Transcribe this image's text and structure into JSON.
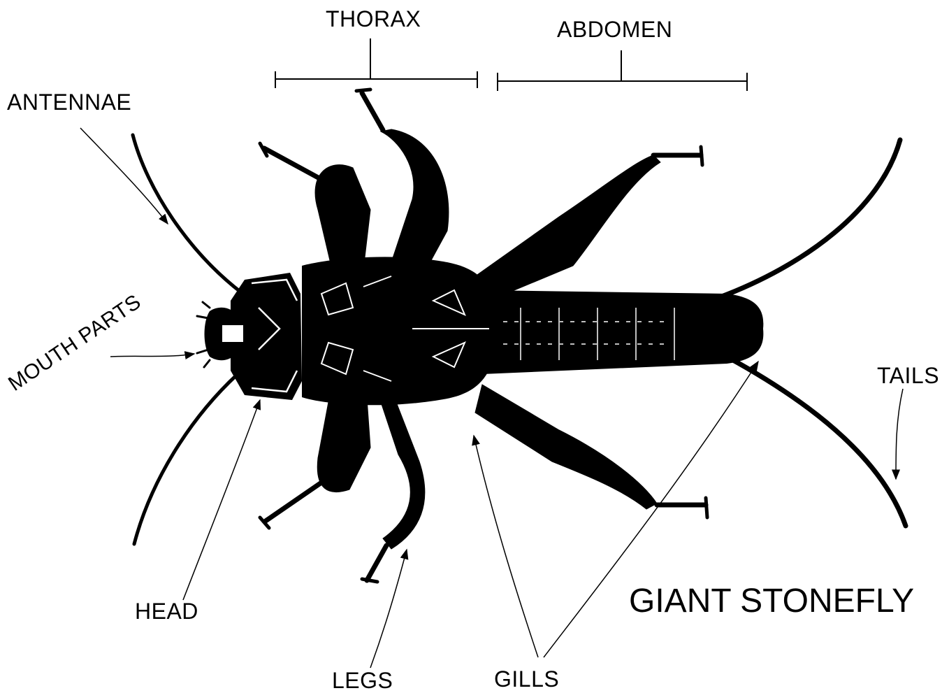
{
  "diagram": {
    "title": "GIANT STONEFLY",
    "labels": {
      "thorax": "THORAX",
      "abdomen": "ABDOMEN",
      "antennae": "ANTENNAE",
      "mouth_parts": "MOUTH PARTS",
      "head": "HEAD",
      "legs": "LEGS",
      "gills": "GILLS",
      "tails": "TAILS"
    },
    "colors": {
      "ink": "#000000",
      "background": "#ffffff"
    }
  }
}
